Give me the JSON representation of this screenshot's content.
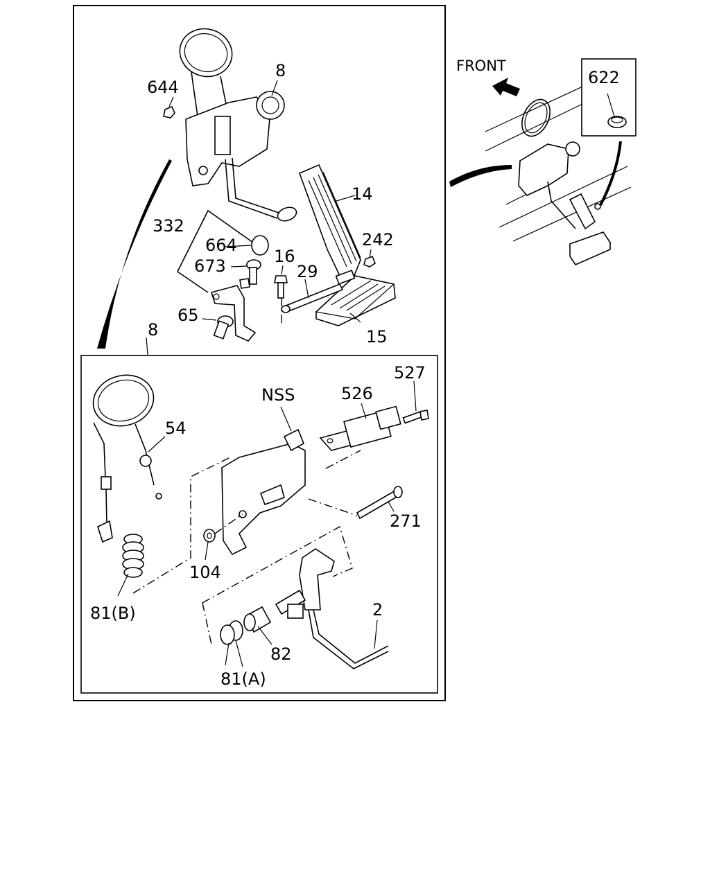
{
  "labels": {
    "front": "FRONT",
    "p622": "622",
    "p8_top": "8",
    "p644": "644",
    "p14": "14",
    "p332": "332",
    "p664": "664",
    "p673": "673",
    "p16": "16",
    "p242": "242",
    "p29": "29",
    "p65": "65",
    "p15": "15",
    "p8_mid": "8",
    "p527": "527",
    "pNSS": "NSS",
    "p526": "526",
    "p54": "54",
    "p271": "271",
    "p104": "104",
    "p2": "2",
    "p81b": "81(B)",
    "p82": "82",
    "p81a": "81(A)"
  },
  "icons": {
    "front_arrow": "arrow-up-left-icon"
  }
}
